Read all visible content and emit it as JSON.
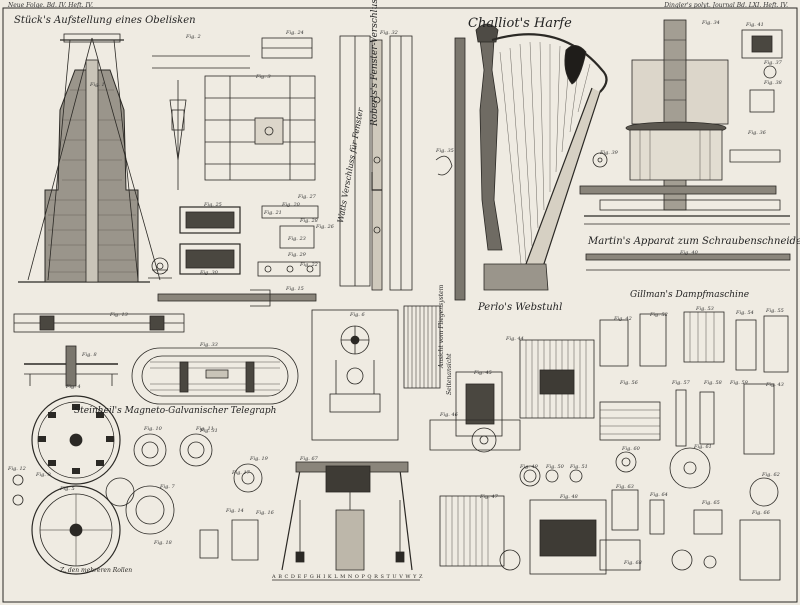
{
  "plate": {
    "header_left": "Neue Folge. Bd. IV. Heft. IV.",
    "header_right": "Dingler's polyt. Journal Bd. LXI. Heft. IV.",
    "titles": {
      "obelisk": "Stück's Aufstellung eines Obelisken",
      "harp": "Challiot's Harfe",
      "martin": "Martin's Apparat zum Schraubenschneiden",
      "gillman": "Gillman's Dampfmaschine",
      "weber": "Perlo's Webstuhl",
      "telegraph": "Steinheil's Magneto-Galvanischer Telegraph",
      "tombstone": "Roberts's Fenster-Verschluss",
      "vertical2": "Watts Verschluss für Fenster",
      "seitenansicht": "Seitenansicht",
      "liniensys": "Ansicht vom Fliegensystem"
    },
    "small_note": "Z. den mehreren Rollen",
    "alphabet": "A B C D E F G H I K L M N O P Q R S T U V W Y Z"
  },
  "figures": [
    {
      "label": "Fig. 1"
    },
    {
      "label": "Fig. 2"
    },
    {
      "label": "Fig. 3"
    },
    {
      "label": "Fig. 4"
    },
    {
      "label": "Fig. 5"
    },
    {
      "label": "Fig. 6"
    },
    {
      "label": "Fig. 7"
    },
    {
      "label": "Fig. 8"
    },
    {
      "label": "Fig. 9"
    },
    {
      "label": "Fig. 10"
    },
    {
      "label": "Fig. 11"
    },
    {
      "label": "Fig. 12"
    },
    {
      "label": "Fig. 13"
    },
    {
      "label": "Fig. 14"
    },
    {
      "label": "Fig. 15"
    },
    {
      "label": "Fig. 16"
    },
    {
      "label": "Fig. 17"
    },
    {
      "label": "Fig. 18"
    },
    {
      "label": "Fig. 19"
    },
    {
      "label": "Fig. 20"
    },
    {
      "label": "Fig. 21"
    },
    {
      "label": "Fig. 22"
    },
    {
      "label": "Fig. 23"
    },
    {
      "label": "Fig. 24"
    },
    {
      "label": "Fig. 25"
    },
    {
      "label": "Fig. 26"
    },
    {
      "label": "Fig. 27"
    },
    {
      "label": "Fig. 28"
    },
    {
      "label": "Fig. 29"
    },
    {
      "label": "Fig. 30"
    },
    {
      "label": "Fig. 31"
    },
    {
      "label": "Fig. 32"
    },
    {
      "label": "Fig. 33"
    },
    {
      "label": "Fig. 34"
    },
    {
      "label": "Fig. 35"
    },
    {
      "label": "Fig. 36"
    },
    {
      "label": "Fig. 37"
    },
    {
      "label": "Fig. 38"
    },
    {
      "label": "Fig. 39"
    },
    {
      "label": "Fig. 40"
    },
    {
      "label": "Fig. 41"
    },
    {
      "label": "Fig. 42"
    },
    {
      "label": "Fig. 43"
    },
    {
      "label": "Fig. 44"
    },
    {
      "label": "Fig. 45"
    },
    {
      "label": "Fig. 46"
    },
    {
      "label": "Fig. 47"
    },
    {
      "label": "Fig. 48"
    },
    {
      "label": "Fig. 49"
    },
    {
      "label": "Fig. 50"
    },
    {
      "label": "Fig. 51"
    },
    {
      "label": "Fig. 52"
    },
    {
      "label": "Fig. 53"
    },
    {
      "label": "Fig. 54"
    },
    {
      "label": "Fig. 55"
    },
    {
      "label": "Fig. 56"
    },
    {
      "label": "Fig. 57"
    },
    {
      "label": "Fig. 58"
    },
    {
      "label": "Fig. 59"
    },
    {
      "label": "Fig. 60"
    },
    {
      "label": "Fig. 61"
    },
    {
      "label": "Fig. 62"
    },
    {
      "label": "Fig. 63"
    },
    {
      "label": "Fig. 64"
    },
    {
      "label": "Fig. 65"
    },
    {
      "label": "Fig. 66"
    },
    {
      "label": "Fig. 67"
    },
    {
      "label": "Fig. 68"
    }
  ]
}
